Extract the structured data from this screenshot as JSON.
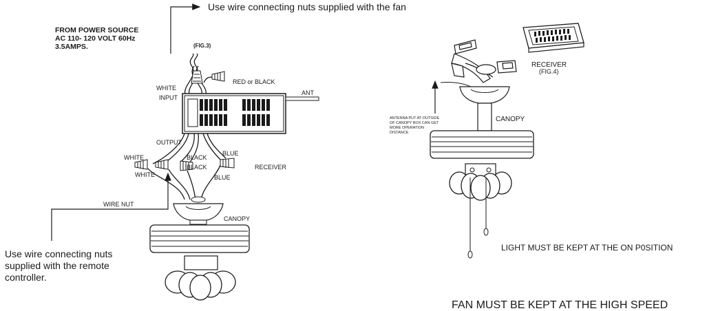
{
  "left_diagram": {
    "title_top": "Use wire connecting nuts supplied with the fan",
    "power_source": [
      "FROM POWER SOURCE",
      "AC 110- 120 VOLT 60Hz",
      "3.5AMPS."
    ],
    "fig3": "(FIG.3)",
    "red_or_black": "RED or BLACK",
    "white_top": "WHITE",
    "input": "INPUT",
    "ant": "ANT",
    "output": "OUTPUT",
    "white_left": "WHITE",
    "white_left2": "WHITE",
    "black1": "BLACK",
    "black2": "BLACK",
    "blue1": "BLUE",
    "blue2": "BLUE",
    "receiver": "RECEIVER",
    "wire_nut": "WIRE NUT",
    "canopy": "CANOPY",
    "note_bottom": [
      "Use wire connecting nuts",
      "supplied with the remote",
      "controller."
    ]
  },
  "right_diagram": {
    "receiver": "RECEIVER",
    "fig4": "(FIG.4)",
    "antenna_note": [
      "ANTENNA PUT  AT OUTSIDE",
      "OF CANOPY BOX CAN GET",
      "MORE OPERATION",
      "DISTANCE"
    ],
    "canopy": "CANOPY",
    "light_note": "LIGHT MUST BE KEPT AT THE ON P0SITION",
    "fan_note": "FAN MUST BE KEPT AT THE HIGH SPEED"
  }
}
